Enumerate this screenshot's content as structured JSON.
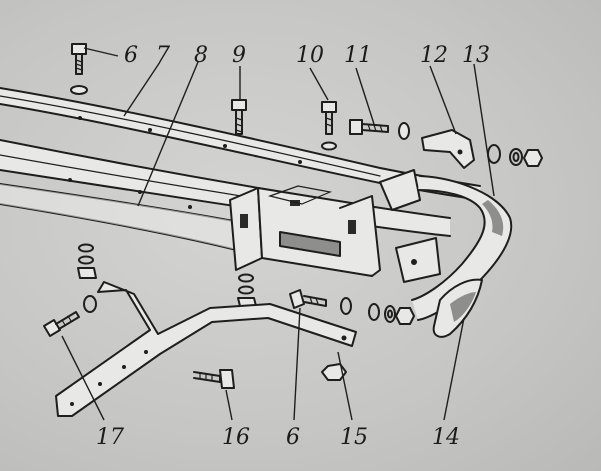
{
  "callouts": [
    {
      "id": "c6a",
      "text": "6"
    },
    {
      "id": "c7",
      "text": "7"
    },
    {
      "id": "c8",
      "text": "8"
    },
    {
      "id": "c9",
      "text": "9"
    },
    {
      "id": "c10",
      "text": "10"
    },
    {
      "id": "c11",
      "text": "11"
    },
    {
      "id": "c12",
      "text": "12"
    },
    {
      "id": "c13",
      "text": "13"
    },
    {
      "id": "c17",
      "text": "17"
    },
    {
      "id": "c16",
      "text": "16"
    },
    {
      "id": "c6b",
      "text": "6"
    },
    {
      "id": "c15",
      "text": "15"
    },
    {
      "id": "c14",
      "text": "14"
    }
  ]
}
